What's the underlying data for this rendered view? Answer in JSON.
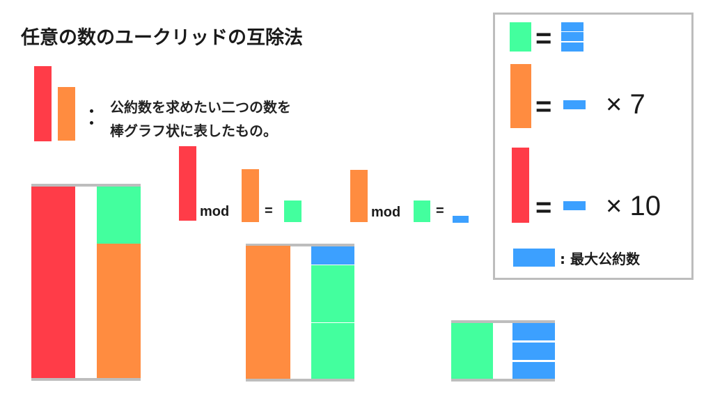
{
  "title": "任意の数のユークリッドの互除法",
  "description": {
    "line1": "公約数を求めたい二つの数を",
    "line2": "棒グラフ状に表したもの。"
  },
  "colors": {
    "red": "#ff3c48",
    "orange": "#ff8c40",
    "green": "#43ff9e",
    "blue": "#3ca0ff",
    "frame_gray": "#bdbdbd"
  },
  "equations": {
    "step1": {
      "operator": "mod",
      "equals": "="
    },
    "step2": {
      "operator": "mod",
      "equals": "="
    }
  },
  "legend": {
    "row1": {
      "equals": "=",
      "blue_units": 3
    },
    "row2": {
      "equals": "=",
      "multiplier": "× 7"
    },
    "row3": {
      "equals": "=",
      "multiplier": "× 10"
    },
    "gcd_label": ": 最大公約数"
  }
}
